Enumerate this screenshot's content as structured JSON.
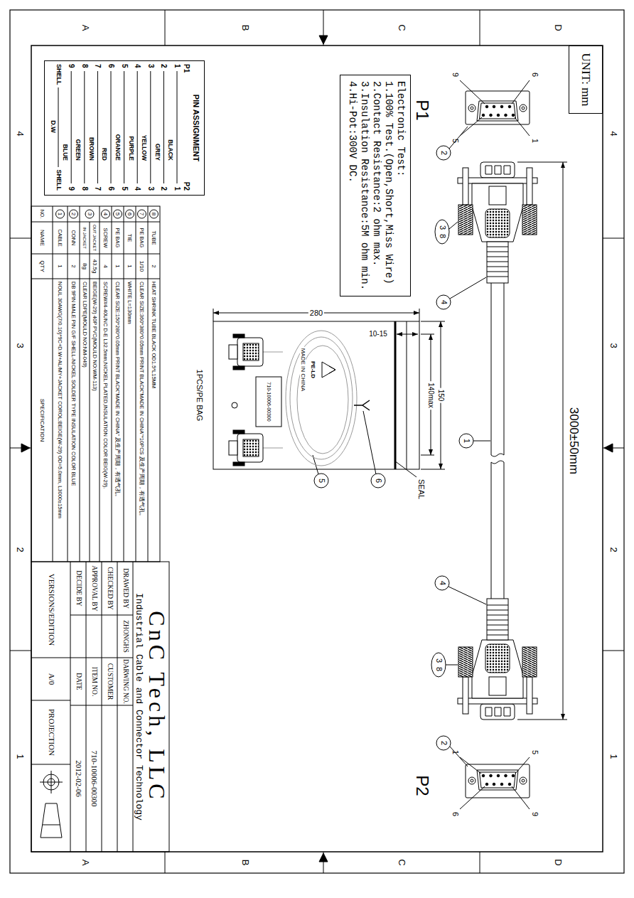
{
  "diagram": {
    "nodes": [
      {
        "text": [
          "UNIT: mm"
        ]
      },
      {
        "text": [
          "Electronic Test:",
          "1.100% Test.(Open,Short,Miss Wire)",
          "2.Contact Resistance:2 ohm max.",
          "3.Insulation Resistance:5M ohm min.",
          "4.Hi-Pot:300V DC."
        ]
      },
      {
        "text": [
          "PIN ASSIGNMENT"
        ]
      }
    ],
    "labels": [
      "A",
      "B",
      "C",
      "D",
      "A",
      "B",
      "C",
      "D",
      "4",
      "3",
      "2",
      "1",
      "4",
      "3",
      "2",
      "1",
      "P1",
      "9",
      "6",
      "5",
      "1",
      "P2",
      "1",
      "5",
      "6",
      "9",
      "2",
      "3",
      "8",
      "4",
      "1",
      "4",
      "3",
      "8",
      "2",
      "3000±50mm",
      "280",
      "10-15",
      "150",
      "140max",
      "SEAL",
      "1PCS/PE BAG",
      "PE-LD",
      "MADE IN CHINA",
      "710-10006-00300",
      "5",
      "6",
      "P1",
      "P2",
      "1",
      "BLACK",
      "1",
      "2",
      "GREY",
      "2",
      "3",
      "YELLOW",
      "3",
      "4",
      "PURPLE",
      "4",
      "5",
      "ORANGE",
      "5",
      "6",
      "RED",
      "6",
      "7",
      "BROWN",
      "7",
      "8",
      "GREEN",
      "8",
      "9",
      "BLUE",
      "9",
      "SHELL",
      "D.W",
      "SHELL",
      "8",
      "TUBE",
      "2",
      "HEAT SHRINK TUBE BLACK OD1.5*L15MM",
      "7",
      "PE BAG",
      "1/10",
      "CLEAR SIZE:360*380*0.05mm PRINT BLACK\"MADE IN CHINA\"*10PCS 及生产周期，有透气孔。",
      "6",
      "TIE",
      "1",
      "WHITE L=130mm",
      "5",
      "PE BAG",
      "1",
      "CLEAR SIZE:150*280*0.05mm PRINT BLACK\"MADE IN CHINA\" 及生产周期，有透气孔。",
      "4",
      "SCREW",
      "4",
      "SCREW#4-40UNC D-E L32.5mm,NICKEL PLATED,INSULATION COLOR BEIG(W-29).",
      "3",
      "OUT JACKET",
      "IN JACKET",
      "43.5g",
      "8g",
      "BEIGE(W-29) 40P PVC(MOULD NO:WM-113)",
      "CLEAR LDPE(MOULD NO:NM-049)",
      "2",
      "CONN",
      "2",
      "DB 9PIN MALE PIN G/F SHELL-NICKEL SOLDER TYPE INSULATION COLOR BLUE",
      "1",
      "CABLE",
      "1",
      "NOUL 30AWG(7/0.10)*9C+D.W+AL/MY+JACKET COROL:BEIGE(W-29) OD=5.0mm, L3000±15mm",
      "NO.",
      "NAME",
      "QTY",
      "SPECIFICATION",
      "CnC Tech, LLC",
      "Industrial Cable and Connector Technology",
      "DRAWED BY",
      "ZHONGHS",
      "DARWING NO.",
      "CHECKED BY",
      "CUSTOMER",
      "APPROVAL BY",
      "ITEM NO.",
      "710-10006-00300",
      "DECIDE BY",
      "DATE",
      "2012-02-06",
      "VERSIONS/EDITION",
      "A/0",
      "PROJECTION"
    ]
  }
}
